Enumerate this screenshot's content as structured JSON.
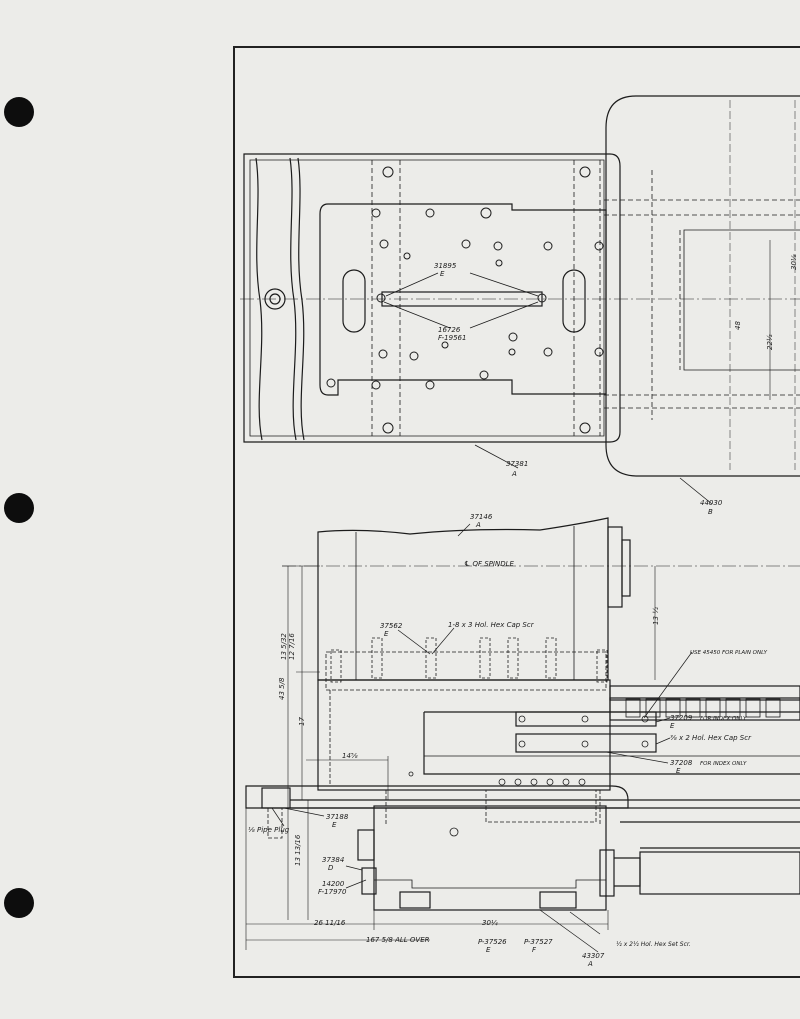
{
  "drawing": {
    "top_view": {
      "part_37381": "37381",
      "part_37381_sub": "A",
      "part_31895": "31895",
      "part_31895_sub": "E",
      "part_16726": "16726",
      "part_16726_sub": "F-19561",
      "part_44030": "44030",
      "part_44030_sub": "B",
      "dim_48": "48",
      "dim_22": "22½",
      "dim_30": "30⅛"
    },
    "side_view": {
      "part_37146": "37146",
      "part_37146_sub": "A",
      "spindle_label": "℄ OF SPINDLE",
      "part_37562": "37562",
      "part_37562_sub": "E",
      "cap_screw_1": "1-8 x 3 Hol. Hex Cap Scr",
      "note_use": "USE 45450 FOR PLAIN ONLY",
      "part_37209": "37209",
      "note_index_1": "FOR INDEX ONLY",
      "part_37209_sub": "E",
      "cap_screw_2": "⅜ x 2 Hol. Hex Cap Scr",
      "part_37208": "37208",
      "note_index_2": "FOR INDEX ONLY",
      "part_37208_sub": "E",
      "part_37188": "37188",
      "part_37188_sub": "E",
      "pipe_plug": "⅛ Pipe Plug",
      "part_37384": "37384",
      "part_37384_sub": "D",
      "part_14200": "14200",
      "part_14200_sub": "F-17970",
      "dim_13_left": "13 5/32",
      "dim_12_left": "12 7/16",
      "dim_43": "43 5/8",
      "dim_17": "17",
      "dim_14": "14⅝",
      "dim_13_low": "13 13/16",
      "dim_13_right": "13 ½",
      "dim_26": "26 11/16",
      "dim_30_low": "30¼",
      "dim_all_over": "167 5/8 ALL OVER",
      "part_p37526": "P-37526",
      "part_p37526_sub": "E",
      "part_p37527": "P-37527",
      "part_p37527_sub": "F",
      "set_screw": "½ x 2½ Hol. Hex Set Scr.",
      "part_43307": "43307",
      "part_43307_sub": "A"
    }
  }
}
